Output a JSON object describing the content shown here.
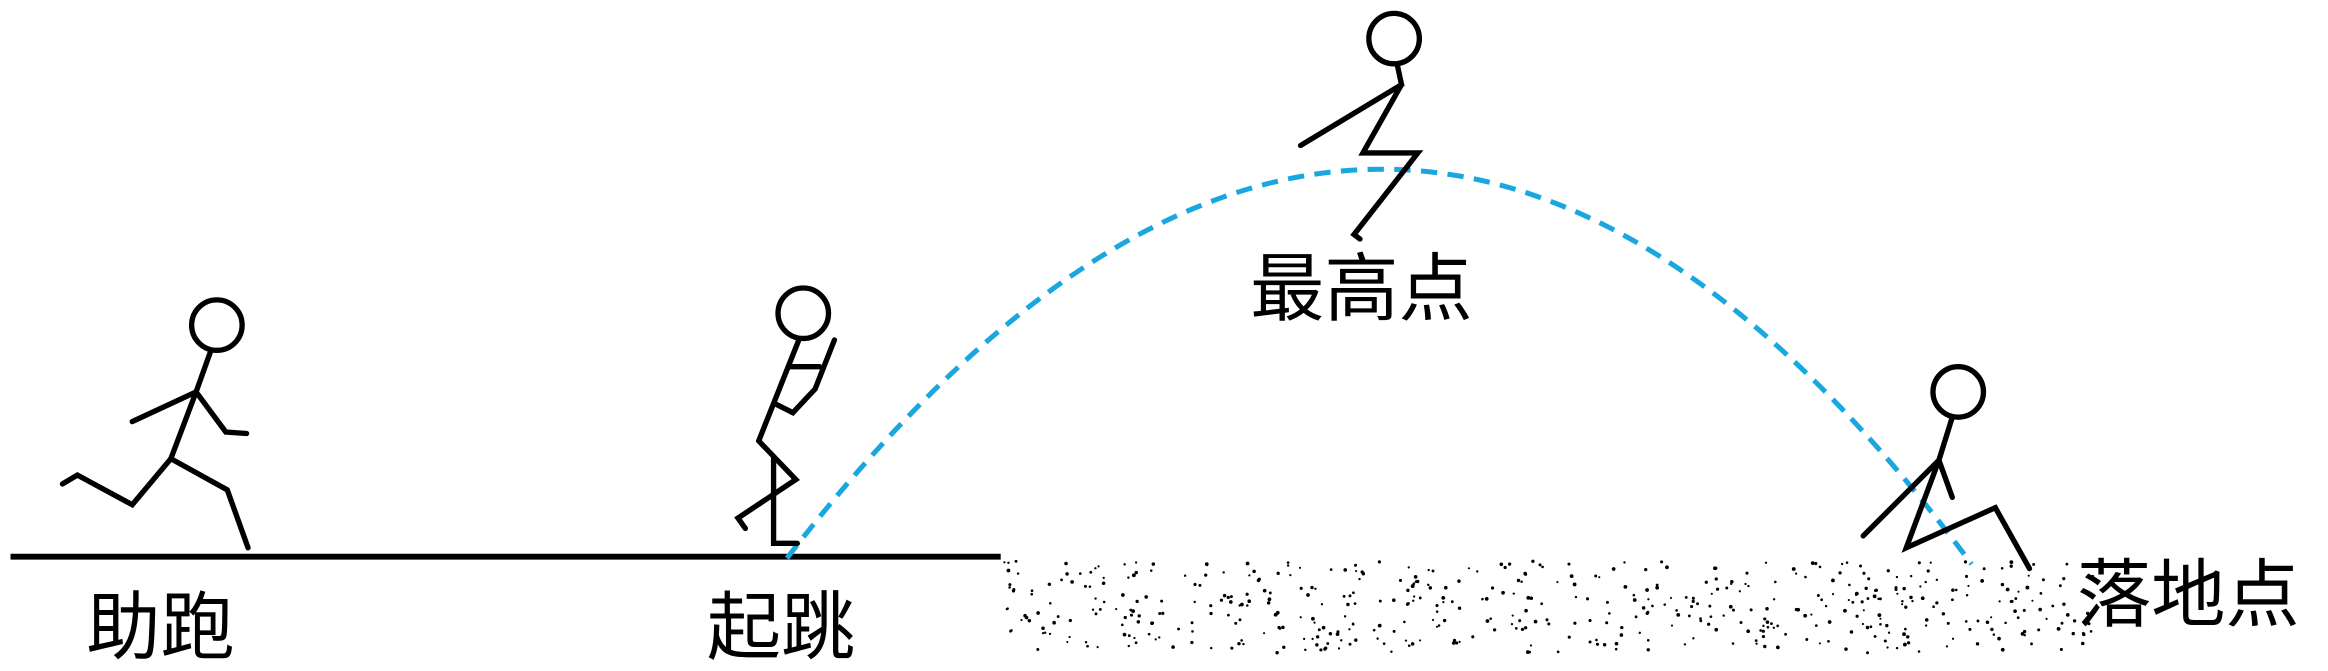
{
  "labels": {
    "run_up": "助跑",
    "take_off": "起跳",
    "highest_point": "最高点",
    "landing_point": "落地点"
  },
  "colors": {
    "trajectory": "#1aa7e0",
    "figure": "#000000",
    "sand": "#000000"
  }
}
